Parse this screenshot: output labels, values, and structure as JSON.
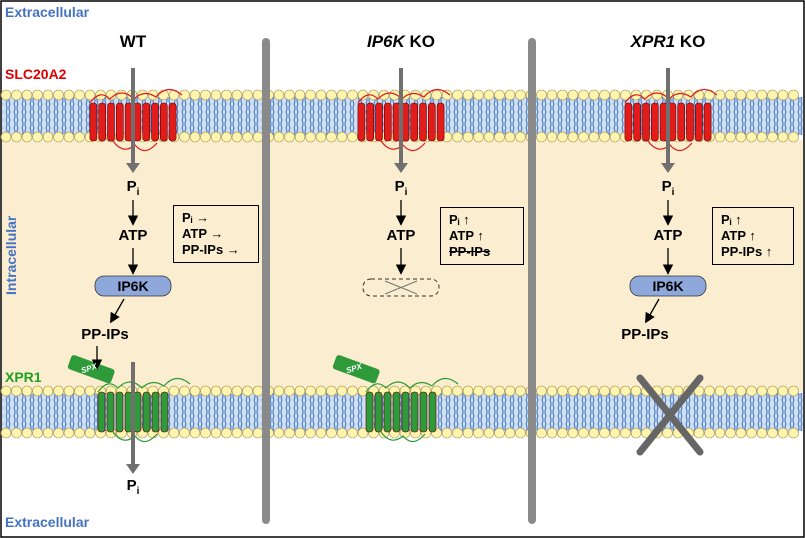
{
  "labels": {
    "extracellular_top": "Extracellular",
    "extracellular_bottom": "Extracellular",
    "intracellular": "Intracellular",
    "slc20a2": "SLC20A2",
    "xpr1": "XPR1"
  },
  "columns": [
    {
      "title_italic": "",
      "title_rest": "WT"
    },
    {
      "title_italic": "IP6K",
      "title_rest": " KO"
    },
    {
      "title_italic": "XPR1",
      "title_rest": " KO"
    }
  ],
  "molecules": {
    "pi_main": "P",
    "pi_sub": "i",
    "atp": "ATP",
    "ip6k": "IP6K",
    "pp_ips": "PP-IPs",
    "spx": "SPX"
  },
  "boxes": {
    "wt": [
      "Pᵢ →",
      "ATP →",
      "PP-IPs →"
    ],
    "ip6k_ko": [
      "Pᵢ ↑",
      "ATP ↑",
      "PP-IPs"
    ],
    "xpr1_ko": [
      "Pᵢ ↑",
      "ATP ↑",
      "PP-IPs ↑"
    ]
  },
  "colors": {
    "membrane_head": "#fff4b0",
    "membrane_tail": "#5b8fd0",
    "cytoplasm": "#fbeed0",
    "slc20a2": "#e21b1b",
    "xpr1": "#2f9a3a",
    "ip6k": "#8fa8dc",
    "divider": "#8a8a8a"
  }
}
